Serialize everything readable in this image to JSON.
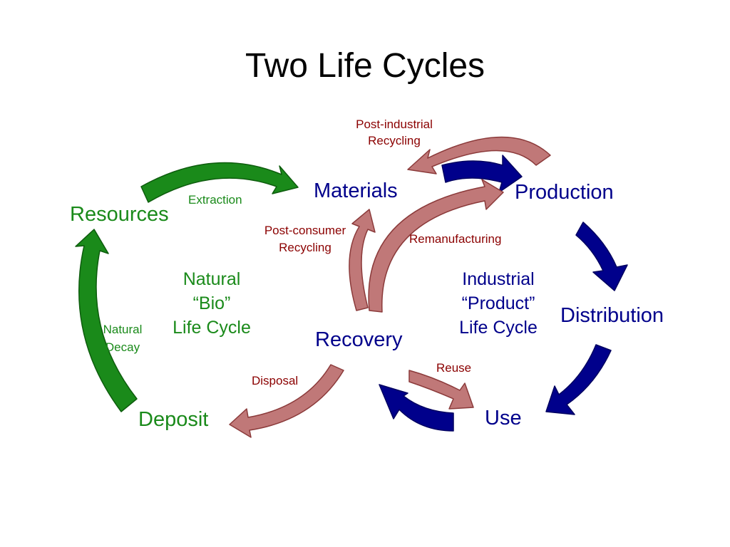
{
  "title": "Two Life Cycles",
  "colors": {
    "green": "#1a8a1a",
    "green_dark": "#0d5c0d",
    "blue": "#00008b",
    "blue_dark": "#000060",
    "red": "#8b0000",
    "rose": "#c07878",
    "rose_dark": "#8b3a3a"
  },
  "nodes": {
    "resources": "Resources",
    "materials": "Materials",
    "production": "Production",
    "distribution": "Distribution",
    "use": "Use",
    "recovery": "Recovery",
    "deposit": "Deposit"
  },
  "cycles": {
    "natural": {
      "line1": "Natural",
      "line2": "“Bio”",
      "line3": "Life Cycle"
    },
    "industrial": {
      "line1": "Industrial",
      "line2": "“Product”",
      "line3": "Life Cycle"
    }
  },
  "flows": {
    "extraction": "Extraction",
    "natural_decay": {
      "line1": "Natural",
      "line2": "Decay"
    },
    "post_industrial": {
      "line1": "Post-industrial",
      "line2": "Recycling"
    },
    "post_consumer": {
      "line1": "Post-consumer",
      "line2": "Recycling"
    },
    "remanufacturing": "Remanufacturing",
    "reuse": "Reuse",
    "disposal": "Disposal"
  }
}
